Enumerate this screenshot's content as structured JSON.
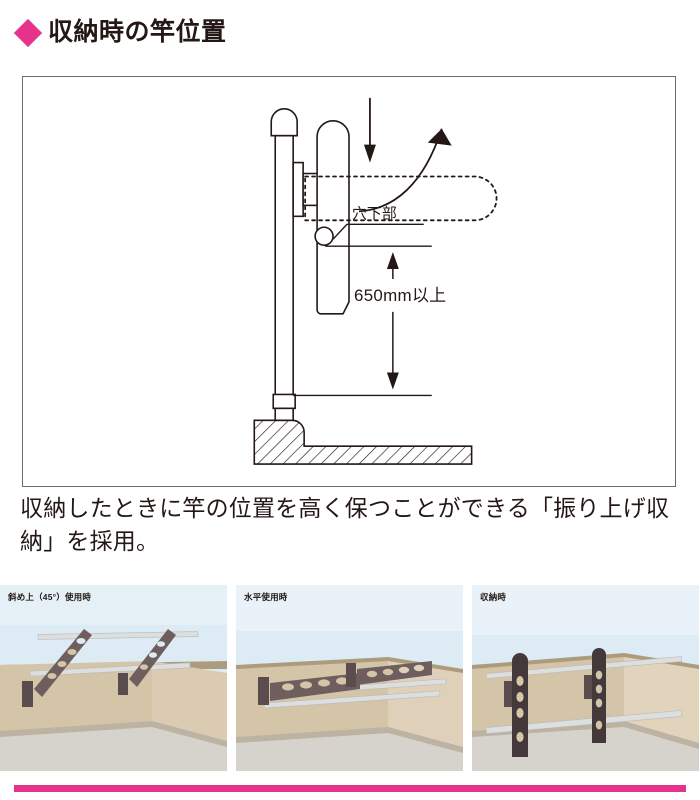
{
  "theme": {
    "accent_pink": "#E5338B",
    "ink": "#231815",
    "frame_border": "#6b6b6b",
    "sky": "#DDEBF4",
    "wall_front": "#D4C4A8",
    "wall_side": "#E0D2BA",
    "wall_top": "#AD9B7E",
    "floor": "#D6D3CC",
    "bracket_dark": "#4B4043",
    "bracket_mid": "#6E5F5E",
    "pole_metal": "#D9DADA"
  },
  "header": {
    "bullet_icon": "diamond-icon",
    "title": "収納時の竿位置"
  },
  "diagram": {
    "name": "storage-position-diagram",
    "labels": {
      "hole_bottom": "穴下部",
      "dimension": "650mm以上"
    },
    "annotations": {
      "rotation_arrow": "curved-arrow-icon",
      "down_arrow": "down-arrow-icon",
      "dimension_arrow_up": "dimension-arrow-up-icon",
      "dimension_arrow_down": "dimension-arrow-down-icon"
    }
  },
  "body": {
    "paragraph": "収納したときに竿の位置を高く保つことができる「振り上げ収納」を採用。"
  },
  "panels": [
    {
      "label": "斜め上（45°）使用時",
      "name": "panel-diagonal-45"
    },
    {
      "label": "水平使用時",
      "name": "panel-horizontal"
    },
    {
      "label": "収納時",
      "name": "panel-stowed"
    }
  ]
}
